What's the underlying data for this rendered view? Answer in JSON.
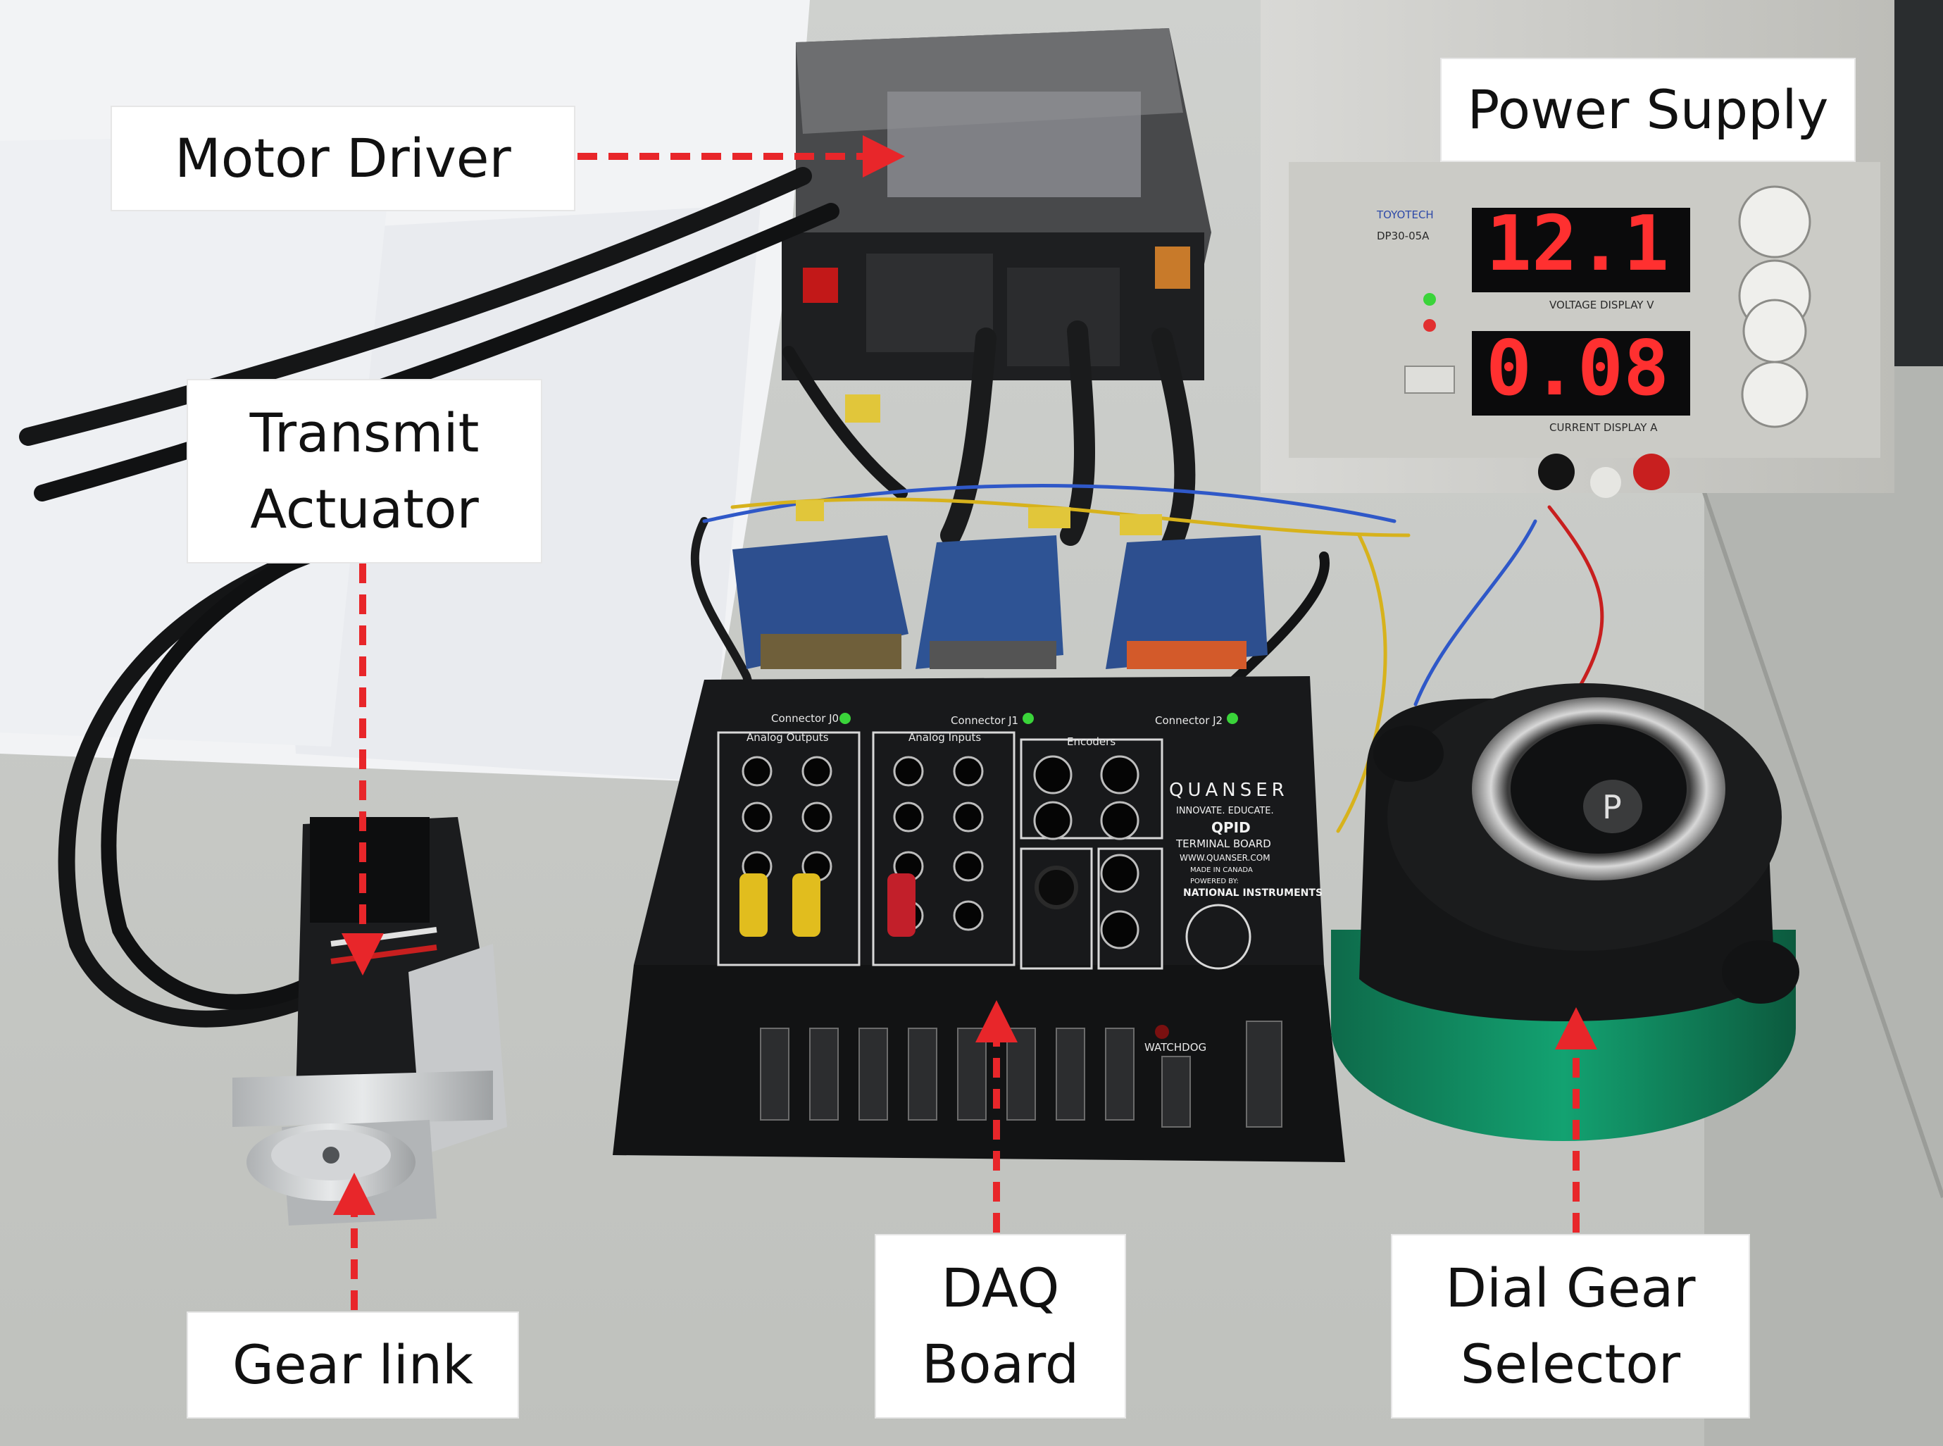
{
  "labels": {
    "motor_driver": "Motor Driver",
    "power_supply": "Power Supply",
    "transmit_actuator": "Transmit\nActuator",
    "gear_link": "Gear link",
    "daq_board": "DAQ\nBoard",
    "dial_gear_selector": "Dial Gear\nSelector"
  },
  "displays": {
    "voltage": "12.1",
    "current": "0.08",
    "voltage_caption": "VOLTAGE DISPLAY V",
    "current_caption": "CURRENT DISPLAY A",
    "psu_brand": "TOYOTECH",
    "psu_model": "DP30-05A"
  },
  "daq": {
    "brand": "QUANSER",
    "tagline": "INNOVATE. EDUCATE.",
    "model": "QPID",
    "board_name": "TERMINAL BOARD",
    "website": "WWW.QUANSER.COM",
    "made_in": "MADE IN CANADA",
    "powered_by": "POWERED BY:",
    "ni": "NATIONAL INSTRUMENTS",
    "sections": [
      "Analog Outputs",
      "Analog Inputs",
      "Encoders"
    ],
    "connectors": [
      "Connector J0",
      "Connector J1",
      "Connector J2"
    ],
    "watchdog": "WATCHDOG"
  },
  "selector": {
    "button_glyph": "P"
  },
  "colors": {
    "arrow": "#e8262a",
    "label_border": "#e6e6e6"
  }
}
